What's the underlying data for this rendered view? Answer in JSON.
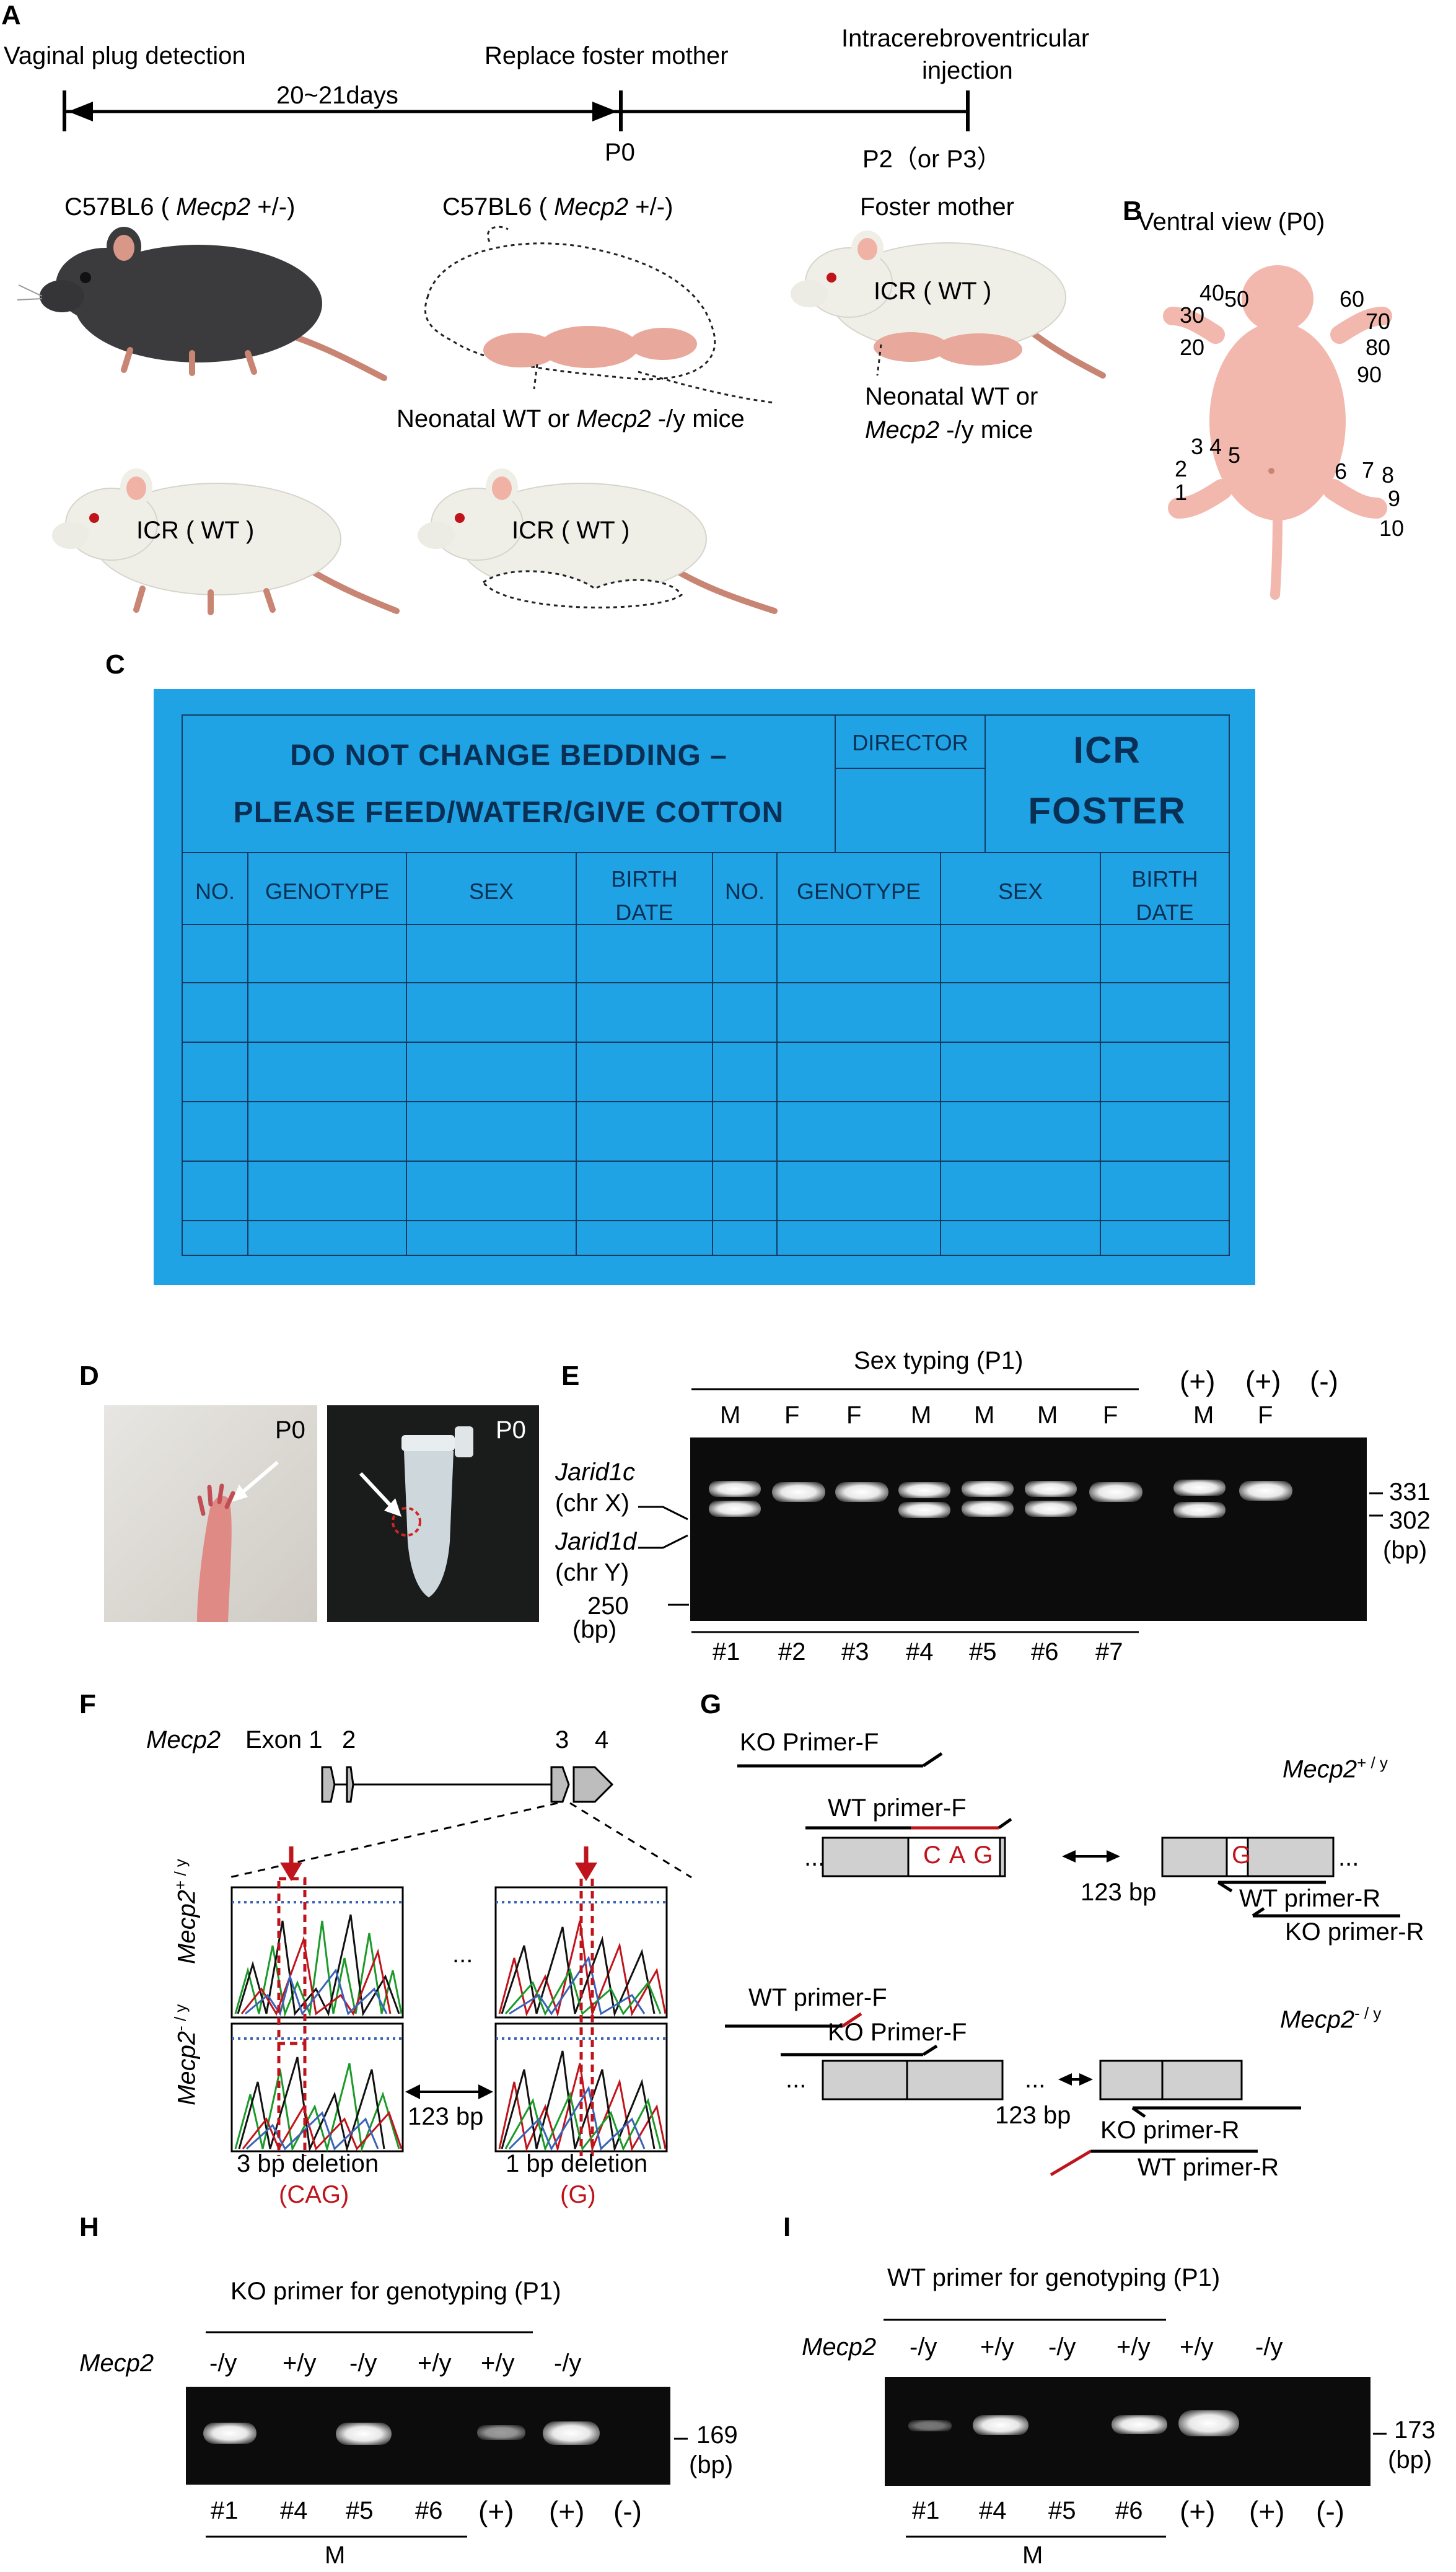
{
  "panels": {
    "A": "A",
    "B": "B",
    "C": "C",
    "D": "D",
    "E": "E",
    "F": "F",
    "G": "G",
    "H": "H",
    "I": "I"
  },
  "panelA": {
    "timeline": {
      "start_label": "Vaginal plug detection",
      "duration": "20~21days",
      "mid_label": "Replace foster mother",
      "end_label_1": "Intracerebroventricular",
      "end_label_2": "injection",
      "p0": "P0",
      "p2": "P2（or P3）"
    },
    "mouse1_label_pre": "C57BL6 (",
    "mouse1_label_gene": "Mecp2",
    "mouse1_label_post": "+/-)",
    "mouse2_label_pre": "C57BL6 (",
    "mouse2_label_gene": "Mecp2",
    "mouse2_label_post": "+/-)",
    "foster_title": "Foster mother",
    "icr_wt": "ICR ( WT )",
    "neonatal_1_pre": "Neonatal WT or",
    "neonatal_1_gene": "Mecp2",
    "neonatal_1_post": "-/y mice",
    "neonatal_2_line1": "Neonatal WT or",
    "neonatal_2_gene": "Mecp2",
    "neonatal_2_post": "-/y mice",
    "icr_wt_2": "ICR ( WT )",
    "icr_wt_3": "ICR ( WT )"
  },
  "panelB": {
    "title": "Ventral view (P0)",
    "digits_front_left": [
      "40",
      "50",
      "30",
      "20"
    ],
    "digits_front_right": [
      "60",
      "70",
      "80",
      "90"
    ],
    "digits_hind_left": [
      "3",
      "4",
      "2",
      "5",
      "1"
    ],
    "digits_hind_right": [
      "6",
      "7",
      "8",
      "9",
      "10"
    ]
  },
  "panelC": {
    "header_line1": "DO NOT CHANGE BEDDING –",
    "header_line2": "PLEASE FEED/WATER/GIVE COTTON",
    "director": "DIRECTOR",
    "icr": "ICR",
    "foster": "FOSTER",
    "columns": [
      "NO.",
      "GENOTYPE",
      "SEX",
      "BIRTH DATE",
      "NO.",
      "GENOTYPE",
      "SEX",
      "BIRTH DATE"
    ]
  },
  "panelD": {
    "p0_left": "P0",
    "p0_right": "P0"
  },
  "panelE": {
    "title": "Sex typing (P1)",
    "plus1": "(+)",
    "plus2": "(+)",
    "minus": "(-)",
    "sex": [
      "M",
      "F",
      "F",
      "M",
      "M",
      "M",
      "F",
      "M",
      "F"
    ],
    "samples": [
      "#1",
      "#2",
      "#3",
      "#4",
      "#5",
      "#6",
      "#7"
    ],
    "jarid1c": "Jarid1c",
    "chrx": "(chr X)",
    "jarid1d": "Jarid1d",
    "chry": "(chr Y)",
    "bp250": "250",
    "bp250_unit": "(bp)",
    "bp331": "331",
    "bp302": "302",
    "bp_unit": "(bp)"
  },
  "panelF": {
    "gene": "Mecp2",
    "exon": "Exon 1",
    "e2": "2",
    "e3": "3",
    "e4": "4",
    "wt_label_gene": "Mecp2",
    "wt_label_sup": "+ / y",
    "ko_label_gene": "Mecp2",
    "ko_label_sup": "- / y",
    "dots": "...",
    "gap": "123 bp",
    "del3": "3 bp deletion",
    "del3_seq": "(CAG)",
    "del1": "1 bp deletion",
    "del1_seq": "(G)"
  },
  "panelG": {
    "wt_gene": "Mecp2",
    "wt_sup": "+ / y",
    "ko_gene": "Mecp2",
    "ko_sup": "- / y",
    "ko_primer_f": "KO Primer-F",
    "wt_primer_f": "WT primer-F",
    "cag": "C A G",
    "g": "G",
    "gap1": "123 bp",
    "wt_primer_r": "WT primer-R",
    "ko_primer_r": "KO primer-R",
    "wt_primer_f2": "WT primer-F",
    "ko_primer_f2": "KO Primer-F",
    "gap2": "123 bp",
    "ko_primer_r2": "KO primer-R",
    "wt_primer_r2": "WT primer-R",
    "dots": "..."
  },
  "panelH": {
    "title": "KO primer for genotyping (P1)",
    "gene": "Mecp2",
    "genotypes": [
      "-/y",
      "+/y",
      "-/y",
      "+/y",
      "+/y",
      "-/y"
    ],
    "samples": [
      "#1",
      "#4",
      "#5",
      "#6",
      "(+)",
      "(+)",
      "(-)"
    ],
    "bp": "169",
    "bp_unit": "(bp)",
    "group": "M"
  },
  "panelI": {
    "title": "WT primer for genotyping (P1)",
    "gene": "Mecp2",
    "genotypes": [
      "-/y",
      "+/y",
      "-/y",
      "+/y",
      "+/y",
      "-/y"
    ],
    "samples": [
      "#1",
      "#4",
      "#5",
      "#6",
      "(+)",
      "(+)",
      "(-)"
    ],
    "bp": "173",
    "bp_unit": "(bp)",
    "group": "M"
  },
  "colors": {
    "card": "#1fa3e4",
    "red": "#c0141c",
    "gel": "#0c0c0c",
    "pup": "#f2b8ae"
  }
}
